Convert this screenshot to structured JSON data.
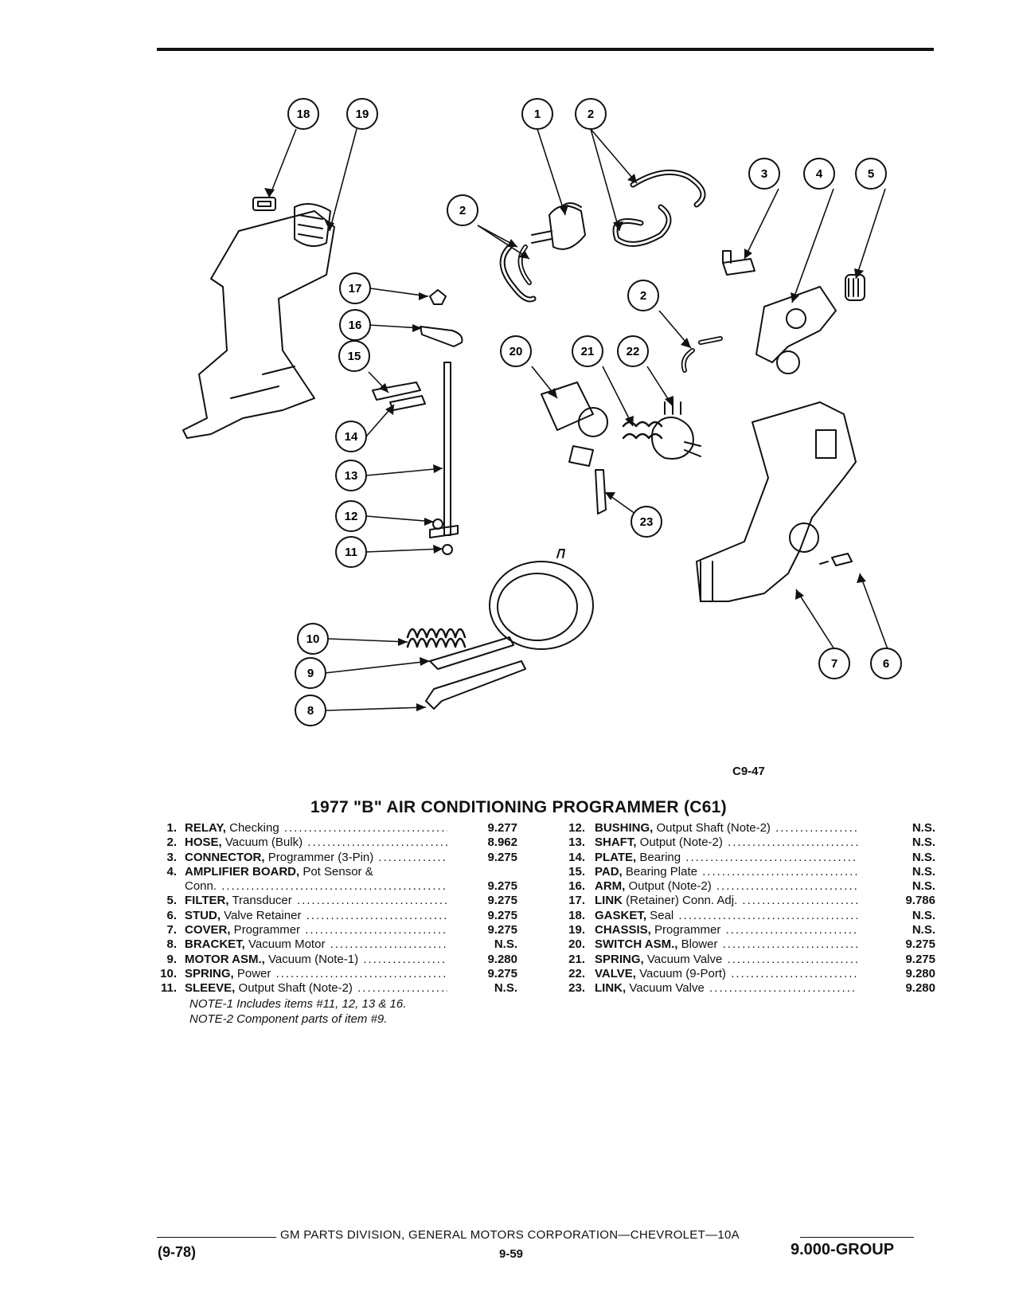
{
  "figure_code": "C9-47",
  "title": "1977 \"B\" AIR CONDITIONING PROGRAMMER (C61)",
  "callouts": [
    "1",
    "2",
    "2",
    "2",
    "3",
    "4",
    "5",
    "6",
    "7",
    "8",
    "9",
    "10",
    "11",
    "12",
    "13",
    "14",
    "15",
    "16",
    "17",
    "18",
    "19",
    "20",
    "21",
    "22",
    "23"
  ],
  "parts_left": [
    {
      "num": "1.",
      "name": "RELAY,",
      "desc": "Checking",
      "code": "9.277"
    },
    {
      "num": "2.",
      "name": "HOSE,",
      "desc": "Vacuum (Bulk)",
      "code": "8.962"
    },
    {
      "num": "3.",
      "name": "CONNECTOR,",
      "desc": "Programmer (3-Pin)",
      "code": "9.275"
    },
    {
      "num": "4.",
      "name": "AMPLIFIER BOARD,",
      "desc": "Pot Sensor &",
      "code": ""
    },
    {
      "num": "",
      "name": "",
      "desc": "Conn.",
      "code": "9.275"
    },
    {
      "num": "5.",
      "name": "FILTER,",
      "desc": "Transducer",
      "code": "9.275"
    },
    {
      "num": "6.",
      "name": "STUD,",
      "desc": "Valve Retainer",
      "code": "9.275"
    },
    {
      "num": "7.",
      "name": "COVER,",
      "desc": "Programmer",
      "code": "9.275"
    },
    {
      "num": "8.",
      "name": "BRACKET,",
      "desc": "Vacuum Motor",
      "code": "N.S."
    },
    {
      "num": "9.",
      "name": "MOTOR ASM.,",
      "desc": "Vacuum (Note-1)",
      "code": "9.280"
    },
    {
      "num": "10.",
      "name": "SPRING,",
      "desc": "Power",
      "code": "9.275"
    },
    {
      "num": "11.",
      "name": "SLEEVE,",
      "desc": "Output Shaft (Note-2)",
      "code": "N.S."
    }
  ],
  "parts_right": [
    {
      "num": "12.",
      "name": "BUSHING,",
      "desc": "Output Shaft (Note-2)",
      "code": "N.S."
    },
    {
      "num": "13.",
      "name": "SHAFT,",
      "desc": "Output (Note-2)",
      "code": "N.S."
    },
    {
      "num": "14.",
      "name": "PLATE,",
      "desc": "Bearing",
      "code": "N.S."
    },
    {
      "num": "15.",
      "name": "PAD,",
      "desc": "Bearing Plate",
      "code": "N.S."
    },
    {
      "num": "16.",
      "name": "ARM,",
      "desc": "Output (Note-2)",
      "code": "N.S."
    },
    {
      "num": "17.",
      "name": "LINK",
      "desc": "(Retainer) Conn. Adj.",
      "code": "9.786"
    },
    {
      "num": "18.",
      "name": "GASKET,",
      "desc": "Seal",
      "code": "N.S."
    },
    {
      "num": "19.",
      "name": "CHASSIS,",
      "desc": "Programmer",
      "code": "N.S."
    },
    {
      "num": "20.",
      "name": "SWITCH ASM.,",
      "desc": "Blower",
      "code": "9.275"
    },
    {
      "num": "21.",
      "name": "SPRING,",
      "desc": "Vacuum Valve",
      "code": "9.275"
    },
    {
      "num": "22.",
      "name": "VALVE,",
      "desc": "Vacuum (9-Port)",
      "code": "9.280"
    },
    {
      "num": "23.",
      "name": "LINK,",
      "desc": "Vacuum Valve",
      "code": "9.280"
    }
  ],
  "notes": [
    "NOTE-1 Includes items #11, 12, 13 & 16.",
    "NOTE-2 Component parts of item #9."
  ],
  "footer": {
    "corporation": "GM PARTS DIVISION, GENERAL MOTORS CORPORATION—CHEVROLET—10A",
    "date": "(9-78)",
    "page": "9-59",
    "group": "9.000-GROUP"
  }
}
